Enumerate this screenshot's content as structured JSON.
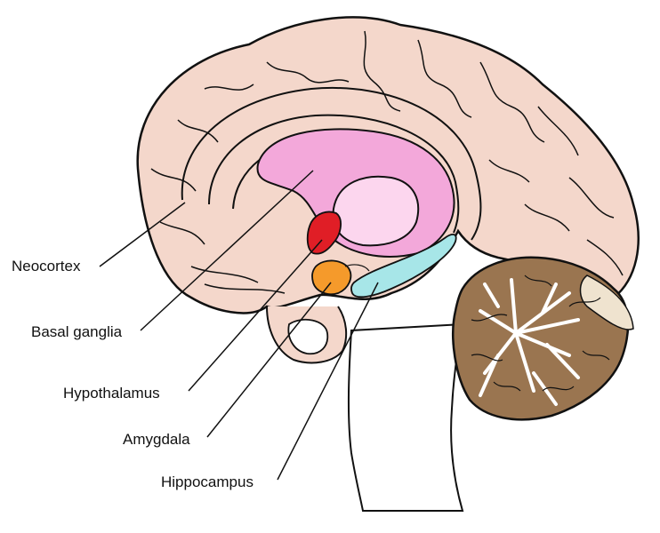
{
  "labels": {
    "neocortex": "Neocortex",
    "basal_ganglia": "Basal ganglia",
    "hypothalamus": "Hypothalamus",
    "amygdala": "Amygdala",
    "hippocampus": "Hippocampus"
  },
  "colors": {
    "cortex": "#f4d7cb",
    "basal_ganglia": "#f3a8da",
    "thalamus": "#fcd6ee",
    "hypothalamus": "#e01e26",
    "amygdala": "#f59a2b",
    "hippocampus": "#a7e6e8",
    "cerebellum": "#9a7550",
    "brainstem": "#ffffff",
    "outline": "#111111"
  }
}
